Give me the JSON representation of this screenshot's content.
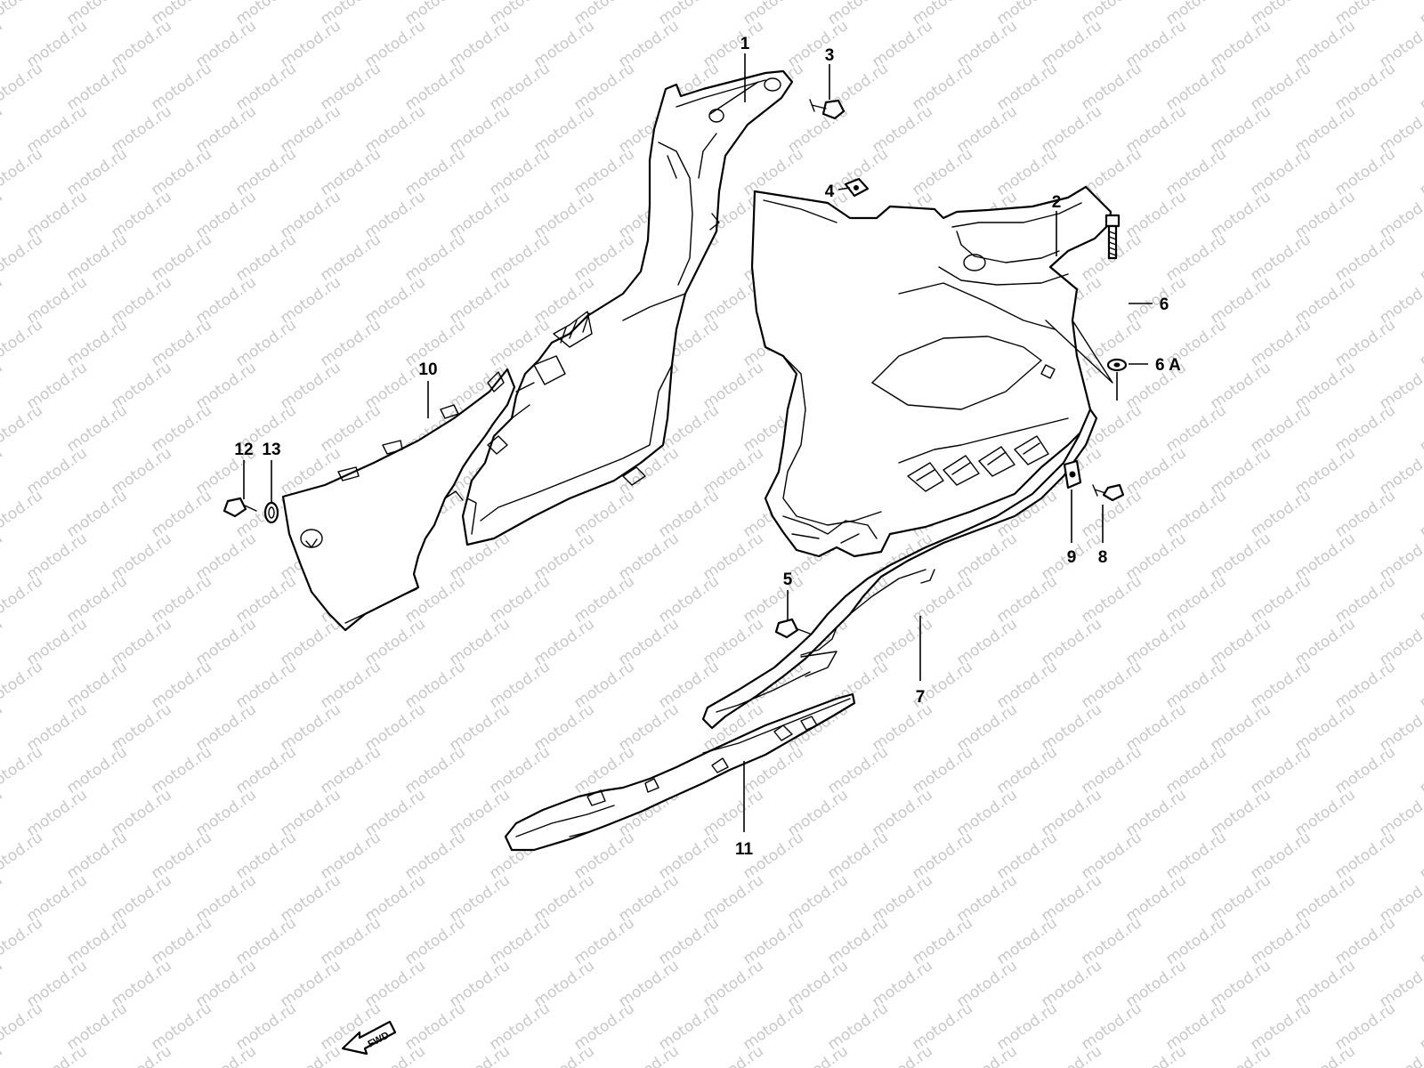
{
  "watermark": "motod.ru",
  "callouts": {
    "c1": "1",
    "c2": "2",
    "c3": "3",
    "c4": "4",
    "c5": "5",
    "c6": "6",
    "c6a": "6 A",
    "c7": "7",
    "c8": "8",
    "c9": "9",
    "c10": "10",
    "c11": "11",
    "c12": "12",
    "c13": "13"
  },
  "direction_label": "FWD",
  "colors": {
    "line": "#000000",
    "background": "#ffffff",
    "watermark": "#c8c8c8"
  }
}
